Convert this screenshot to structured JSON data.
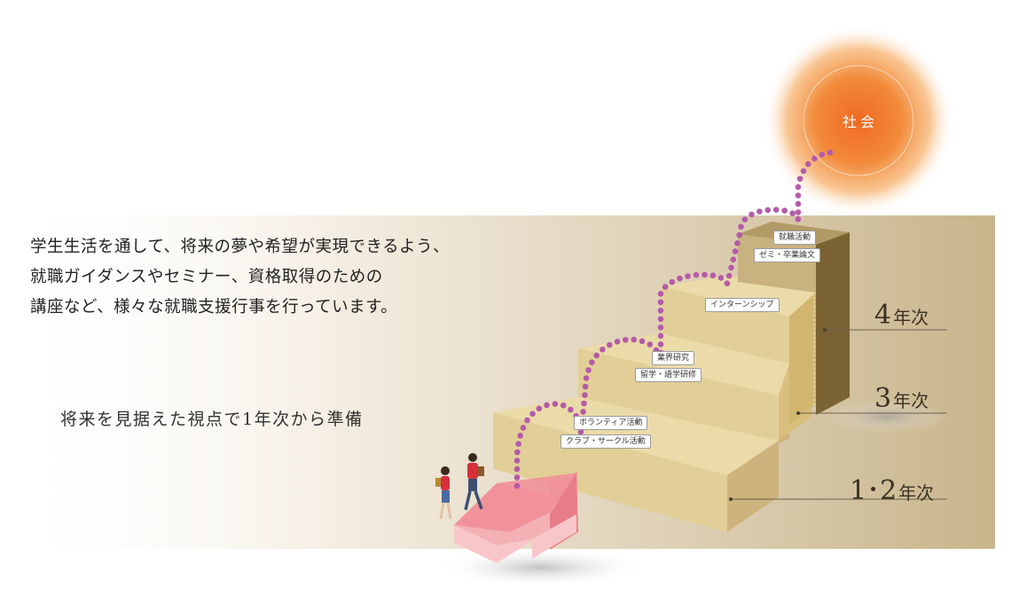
{
  "intro": {
    "line1": "学生生活を通して、将来の夢や希望が実現できるよう、",
    "line2": "就職ガイダンスやセミナー、資格取得のための",
    "line3": "講座など、様々な就職支援行事を行っています。"
  },
  "slogan": "将来を見据えた視点で1年次から準備",
  "goal": "社会",
  "years": {
    "y4": {
      "num": "4",
      "unit": "年次"
    },
    "y3": {
      "num": "3",
      "unit": "年次"
    },
    "y12": {
      "num": "1･2",
      "unit": "年次"
    }
  },
  "activities": {
    "a1": "就職活動",
    "a2": "ゼミ・卒業論文",
    "a3": "インターンシップ",
    "a4": "業界研究",
    "a5": "留学・語学研修",
    "a6": "ボランティア活動",
    "a7": "クラブ・サークル活動"
  },
  "colors": {
    "step_top": "#e9d8a9",
    "step_front": "#e2cf98",
    "step_side": "#c9b078",
    "top_block_side": "#7a6233",
    "path_dots": "#b55aa8",
    "arrow": "#f0a0a6",
    "sun": "#f07a2a"
  }
}
